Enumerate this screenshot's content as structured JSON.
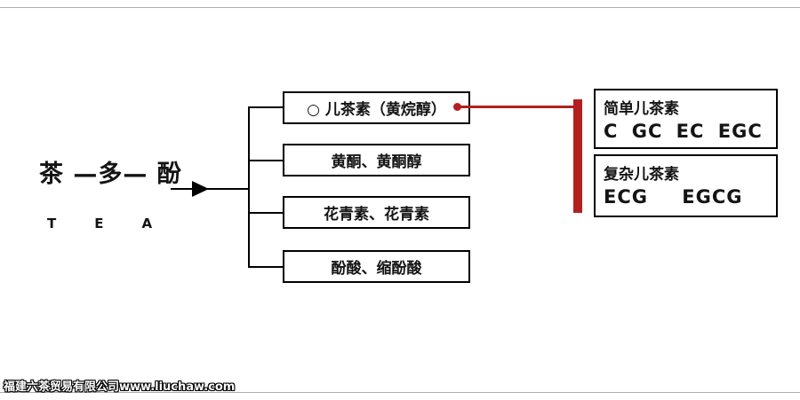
{
  "page": {
    "root_label": "茶 —多— 酚",
    "root_sub": "TEA",
    "watermark": "福建六茶贸易有限公司www.liuchaw.com"
  },
  "branches": [
    {
      "label": "○ 儿茶素（黄烷醇）"
    },
    {
      "label": "黄酮、黄酮醇"
    },
    {
      "label": "花青素、花青素"
    },
    {
      "label": "酚酸、缩酚酸"
    }
  ],
  "detail_boxes": [
    {
      "title": "简单儿茶素",
      "items": "C GC EC EGC"
    },
    {
      "title": "复杂儿茶素",
      "items": "ECG EGCG"
    }
  ],
  "colors": {
    "accent_red": "#b2211f",
    "line_black": "#000000",
    "frame_gray": "#adadad"
  }
}
